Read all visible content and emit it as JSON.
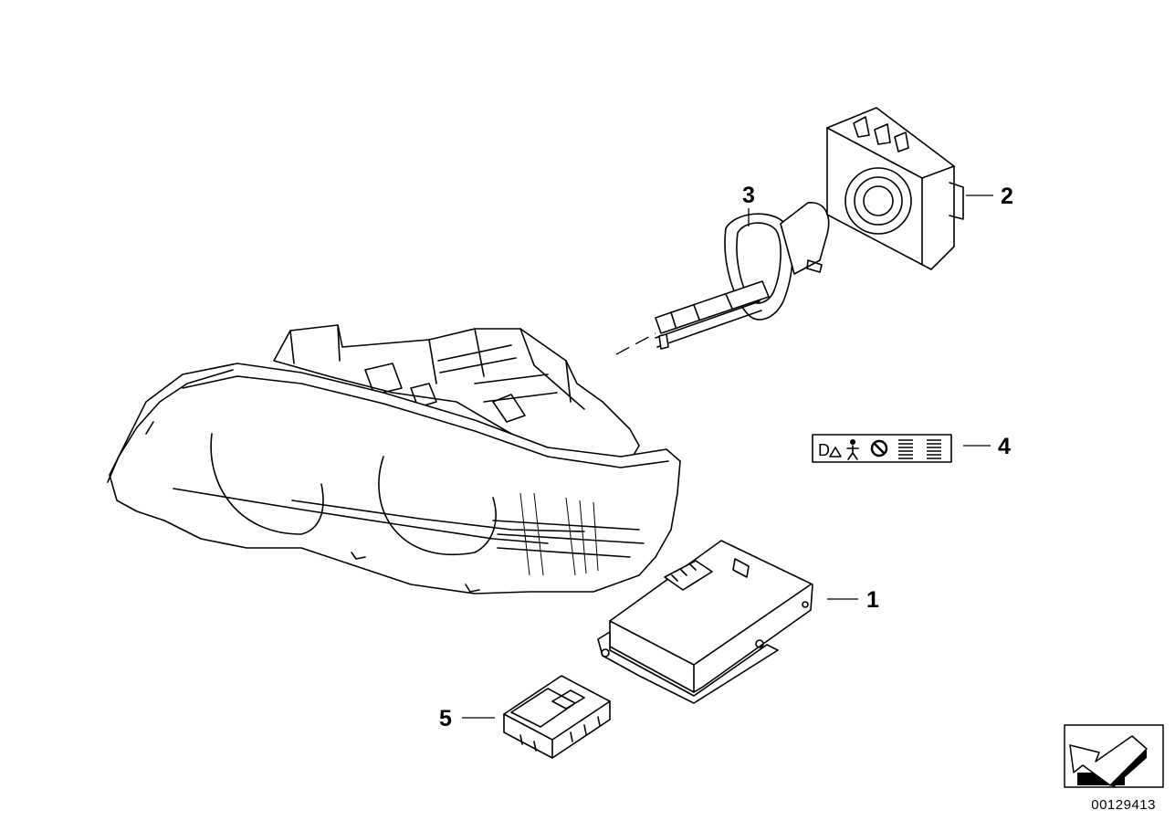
{
  "callouts": {
    "part1": "1",
    "part2": "2",
    "part3": "3",
    "part4": "4",
    "part5": "5"
  },
  "document_number": "00129413",
  "icons": {
    "label_symbols": [
      "triangle-warning-icon",
      "person-icon",
      "prohibition-icon",
      "text-lines-icon"
    ],
    "corner": "arrow-navigation-icon"
  }
}
